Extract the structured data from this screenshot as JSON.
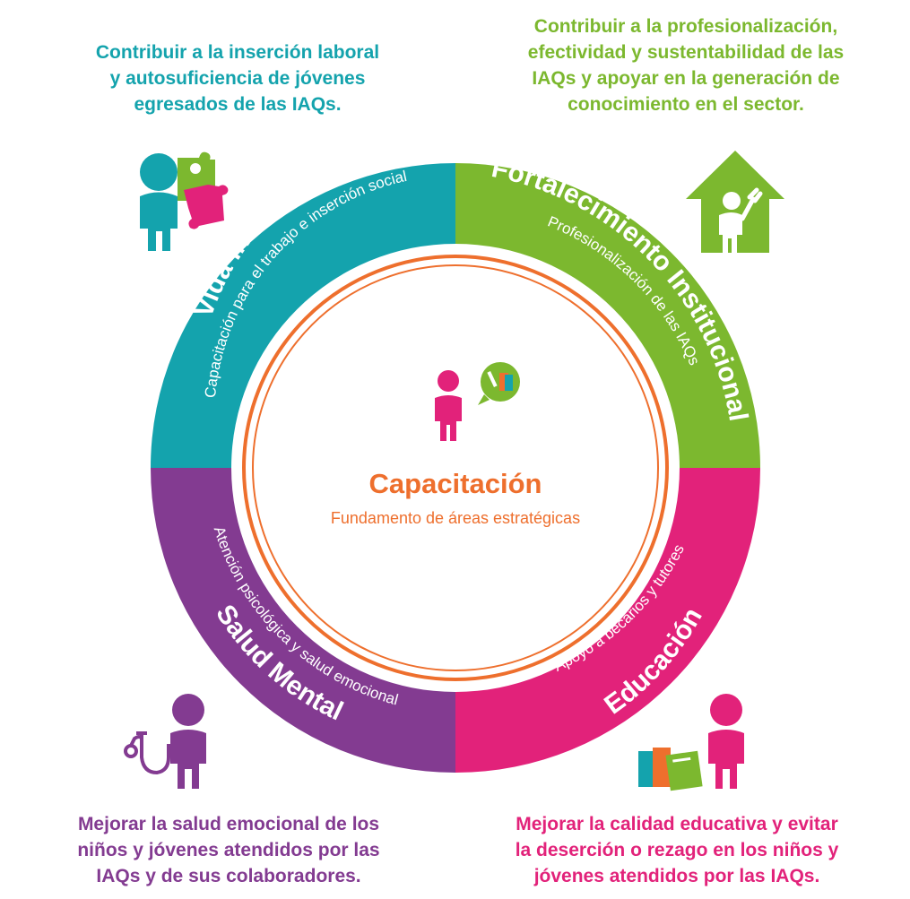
{
  "colors": {
    "teal": "#14a3ad",
    "green": "#7cb82f",
    "purple": "#833b91",
    "pink": "#e2227a",
    "orange": "#ee6f2d"
  },
  "goals": {
    "top_left": "Contribuir a la inserción laboral\ny autosuficiencia de jóvenes\negresados de las IAQs.",
    "top_right": "Contribuir a la profesionalización,\nefectividad y sustentabilidad de las\nIAQs y apoyar en la generación de\nconocimiento en el sector.",
    "bottom_left": "Mejorar la salud emocional de los\nniños y jóvenes atendidos por las\nIAQs y de sus colaboradores.",
    "bottom_right": "Mejorar la calidad educativa y evitar\nla deserción o rezago en los niños y\njóvenes atendidos por las IAQs."
  },
  "segments": {
    "vida": {
      "title": "Vida Independiente",
      "subtitle": "Capacitación para el trabajo e inserción social"
    },
    "fortalecimiento": {
      "title": "Fortalecimiento Institucional",
      "subtitle": "Profesionalización de las IAQs"
    },
    "salud": {
      "title": "Salud Mental",
      "subtitle": "Atención psicológica y salud emocional"
    },
    "educacion": {
      "title": "Educación",
      "subtitle": "Apoyo a becarios y tutores"
    }
  },
  "center": {
    "title": "Capacitación",
    "subtitle": "Fundamento de áreas estratégicas"
  },
  "icons": {
    "vida": "person-with-puzzle-icon",
    "fortalecimiento": "person-with-wrench-house-icon",
    "salud": "person-with-stethoscope-icon",
    "educacion": "person-with-books-icon",
    "center": "person-with-books-bubble-icon"
  }
}
